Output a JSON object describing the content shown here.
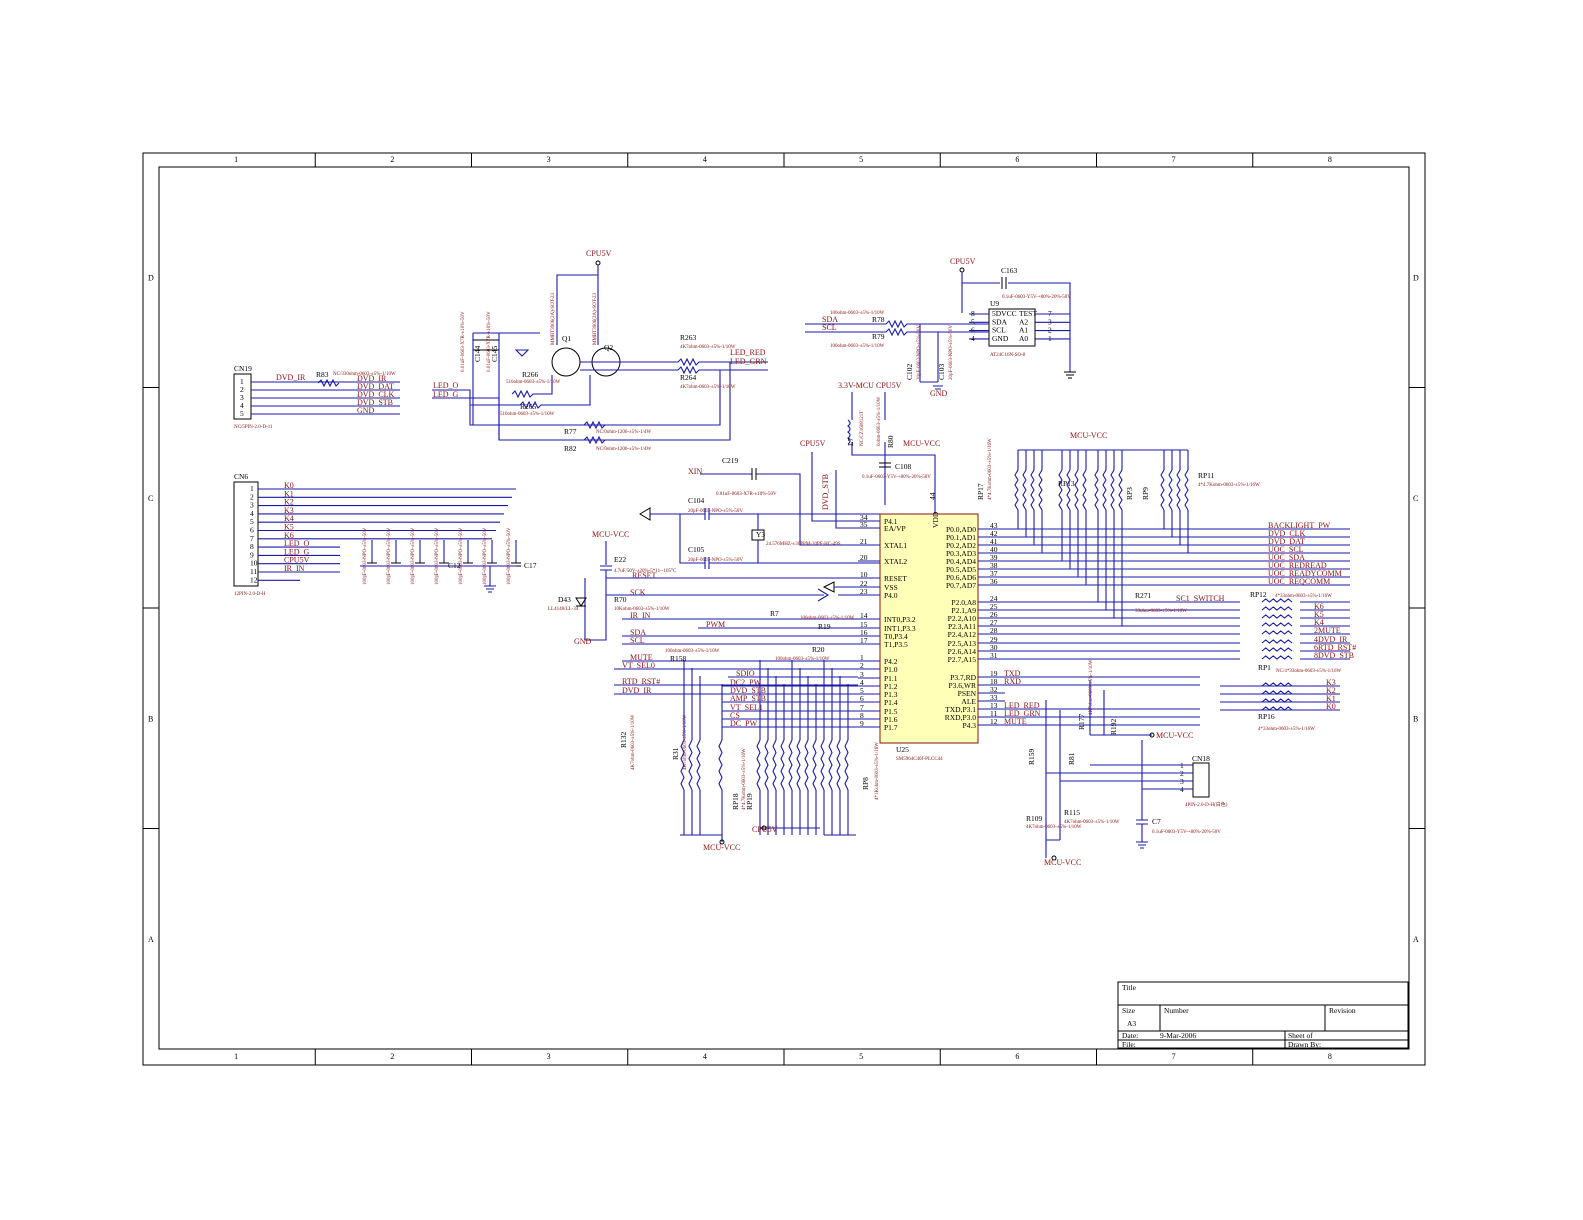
{
  "frame": {
    "cols": [
      "1",
      "2",
      "3",
      "4",
      "5",
      "6",
      "7",
      "8"
    ],
    "rows": [
      "D",
      "C",
      "B",
      "A"
    ]
  },
  "title_block": {
    "title_label": "Title",
    "size_label": "Size",
    "size_value": "A3",
    "number_label": "Number",
    "revision_label": "Revision",
    "date_label": "Date:",
    "date_value": "9-Mar-2006",
    "sheet_label": "Sheet    of",
    "file_label": "File:",
    "drawn_label": "Drawn By:"
  },
  "power": {
    "cpu5v": "CPU5V",
    "mcu_vcc": "MCU-VCC",
    "v33_mcu": "3.3V-MCU",
    "gnd": "GND"
  },
  "cn19": {
    "ref": "CN19",
    "part": "NC/5PIN-2.0-D-11",
    "pins": [
      "1",
      "2",
      "3",
      "4",
      "5"
    ],
    "nets": [
      "DVD_IR",
      "DVD_DAT",
      "DVD_CLK",
      "DVD_STB",
      "GND"
    ],
    "input_net": "DVD_IR",
    "r83": "R83",
    "r83_val": "NC/330ohm-0603-±5%-1/10W"
  },
  "cn6": {
    "ref": "CN6",
    "part": "12PIN-2.0-D-H",
    "pins": [
      "1",
      "2",
      "3",
      "4",
      "5",
      "6",
      "7",
      "8",
      "9",
      "10",
      "11",
      "12"
    ],
    "nets": [
      "K0",
      "K1",
      "K2",
      "K3",
      "K4",
      "K5",
      "K6",
      "LED_O",
      "LED_G",
      "CPU5V",
      "IR_IN"
    ],
    "caps": [
      "C12",
      "C17"
    ],
    "cap_val": "100pF-0603-NPO-±5%-50V"
  },
  "led_drv": {
    "q1": "Q1",
    "q2": "Q2",
    "q_val": "MMBT3906(2A)-SOT-23",
    "c144": "C144",
    "c145": "C145",
    "c_val": "0.01uF-0603-X7R-±10%-50V",
    "r266": "R266",
    "r265": "R265",
    "r266_val": "510ohm-0603-±5%-1/10W",
    "r77": "R77",
    "r82": "R82",
    "r77_val": "NC/0ohm-1206-±5%-1/4W",
    "r263": "R263",
    "r264": "R264",
    "r263_val": "4K7ohm-0603-±5%-1/10W",
    "led_o": "LED_O",
    "led_g": "LED_G",
    "led_red": "LED_RED",
    "led_grn": "LED_GRN"
  },
  "eeprom": {
    "ref": "U9",
    "part": "AT24C16N-SO-8",
    "left_pins": [
      "8",
      "5",
      "6",
      "4"
    ],
    "left_names": [
      "5DVCC",
      "SDA",
      "SCL",
      "GND"
    ],
    "right_pins": [
      "7",
      "3",
      "2",
      "1"
    ],
    "right_names": [
      "TEST",
      "A2",
      "A1",
      "A0"
    ],
    "c163": "C163",
    "c163_val": "0.1uF-0603-Y5V-+80%-20%-50V",
    "r78": "R78",
    "r79": "R79",
    "r_val": "100ohm-0603-±5%-1/10W",
    "c102": "C102",
    "c103": "C103",
    "c10x_val": "20pF-0603-NPO-±5%-50V",
    "sda": "SDA",
    "scl": "SCL"
  },
  "mcu": {
    "ref": "U25",
    "part": "SM5964C40J-PLCC44",
    "vdd": "VDD",
    "left_pins": [
      "34",
      "35",
      "21",
      "20",
      "10",
      "22",
      "23",
      "14",
      "15",
      "16",
      "17",
      "1",
      "2",
      "3",
      "4",
      "5",
      "6",
      "7",
      "8",
      "9"
    ],
    "left_names": [
      "P4.1",
      "EA/VP",
      "XTAL1",
      "XTAL2",
      "RESET",
      "VSS",
      "P4.0",
      "INT0,P3.2",
      "INT1,P3.3",
      "T0,P3.4",
      "T1,P3.5",
      "P4.2",
      "P1.0",
      "P1.1",
      "P1.2",
      "P1.3",
      "P1.4",
      "P1.5",
      "P1.6",
      "P1.7"
    ],
    "right_pins": [
      "43",
      "42",
      "41",
      "40",
      "39",
      "38",
      "37",
      "36",
      "24",
      "25",
      "26",
      "27",
      "28",
      "29",
      "30",
      "31",
      "19",
      "18",
      "32",
      "33",
      "13",
      "11",
      "12"
    ],
    "right_names": [
      "P0.0,AD0",
      "P0.1,AD1",
      "P0.2,AD2",
      "P0.3,AD3",
      "P0.4,AD4",
      "P0.5,AD5",
      "P0.6,AD6",
      "P0.7,AD7",
      "P2.0,A8",
      "P2.1,A9",
      "P2.2,A10",
      "P2.3,A11",
      "P2.4,A12",
      "P2.5,A13",
      "P2.6,A14",
      "P2.7,A15",
      "P3.7,RD",
      "P3.6,WR",
      "PSEN",
      "ALE",
      "TXD,P3.1",
      "RXD,P3.0",
      "P4.3"
    ],
    "vdd_pin": "44"
  },
  "mcu_nets": {
    "p0": [
      "BACKLIGHT_PW",
      "DVD_CLK",
      "DVD_DAT",
      "UOC_SCL",
      "UOC_SDA",
      "UOC_REDREAD",
      "UOC_READYCOMM",
      "UOC_REQCOMM"
    ],
    "p2": [
      "SC1_SWITCH",
      "K6",
      "K5",
      "K4",
      "2MUTE",
      "4DVD_IR",
      "6RTD_RST#",
      "8DVD_STB"
    ],
    "p3": [
      "TXD",
      "RXD",
      "LED_RED",
      "LED_GRN",
      "MUTE"
    ],
    "left": [
      "IR_IN",
      "PWM",
      "SDA",
      "SCL",
      "MUTE",
      "VT_SEL0",
      "SDIO",
      "DC2_PW",
      "DVD_STB",
      "AMP_STB",
      "VT_SEL1",
      "CS",
      "DC_PW",
      "RTD_RST#",
      "DVD_IR",
      "RESET",
      "SCK",
      "DVD_STB",
      "XIN"
    ],
    "k_lower": [
      "K3",
      "K2",
      "K1",
      "K0"
    ]
  },
  "osc": {
    "y3": "Y3",
    "y3_val": "24.576MHZ-±30PPM-20PF-HC-49S",
    "c104": "C104",
    "c105": "C105",
    "c10x_val": "20pF-0603-NPO-±5%-50V",
    "c219": "C219",
    "c219_val": "0.01uF-0603-X7R-±10%-50V",
    "e22": "E22",
    "e22_val": "4.7uF/50V-±20%-5*11--105°C",
    "r70": "R70",
    "r70_val": "10Kohm-0603-±5%-1/10W",
    "d43": "D43",
    "d43_val": "LL4148/LL-34",
    "l7": "L7",
    "l7_val": "NC/CZ1608121T",
    "r80": "R80",
    "r80_val": "0ohm-0603-±5%-1/10W",
    "c108": "C108",
    "c108_val": "0.1uF-0603-Y5V-+80%-20%-50V"
  },
  "resistors": {
    "rp17": "RP17",
    "rp17_val": "4*4.7Kohm-0603-±5%-1/16W",
    "rp13": "RP13",
    "rp3": "RP3",
    "rp9": "RP9",
    "rp11": "RP11",
    "rp11_val": "4*4.7Kohm-0603-±5%-1/16W",
    "rp12": "RP12",
    "rp12_val": "4*33ohm-0603-±5%-1/16W",
    "rp1": "RP1",
    "rp1_val": "NC/4*33ohm-0603-±5%-1/16W",
    "rp16": "RP16",
    "rp16_val": "4*33ohm-0603-±5%-1/16W",
    "r271": "R271",
    "r271_val": "33ohm-0603-±5%-1/10W",
    "r7": "R7",
    "r19": "R19",
    "r20": "R20",
    "r158": "R158",
    "r_100": "100ohm-0603-±5%-1/10W",
    "r132": "R132",
    "r31": "R31",
    "r4k7": "4K7ohm-0603-±5%-1/10W",
    "rp18": "RP18",
    "rp19": "RP19",
    "rp8": "RP8",
    "rp_val": "4*4.7Kohm-0603-±5%-1/16W",
    "rp8_val": "4*1Kohm-0603-±5%-1/16W",
    "r177": "R177",
    "r192": "R192",
    "r159": "R159",
    "r81": "R81",
    "r109": "R109",
    "r115": "R115"
  },
  "cn18": {
    "ref": "CN18",
    "part": "4PIN-2.0-D-H(白色)",
    "pins": [
      "1",
      "2",
      "3",
      "4"
    ],
    "c7": "C7",
    "c7_val": "0.1uF-0603-Y5V-+80%-20%-50V"
  }
}
